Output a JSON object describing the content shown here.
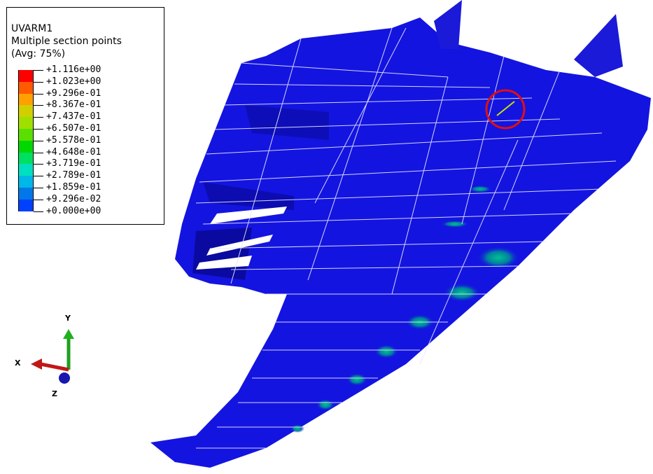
{
  "legend": {
    "title_lines": [
      "UVARM1",
      "Multiple section points",
      "(Avg: 75%)"
    ],
    "ticks": [
      "+1.116e+00",
      "+1.023e+00",
      "+9.296e-01",
      "+8.367e-01",
      "+7.437e-01",
      "+6.507e-01",
      "+5.578e-01",
      "+4.648e-01",
      "+3.719e-01",
      "+2.789e-01",
      "+1.859e-01",
      "+9.296e-02",
      "+0.000e+00"
    ],
    "colors": [
      "#ff0000",
      "#ff5a00",
      "#ffa000",
      "#d0d000",
      "#a0e000",
      "#5ae000",
      "#00d800",
      "#00e060",
      "#00e0c0",
      "#00b8e8",
      "#0078e8",
      "#0040ff",
      "#0000ff"
    ]
  },
  "triad": {
    "x_label": "X",
    "y_label": "Y",
    "z_label": "Z"
  },
  "colors": {
    "mesh_blue": "#1414e0",
    "highlight_circle": "#e01010",
    "mesh_line": "#e8e8ff"
  }
}
